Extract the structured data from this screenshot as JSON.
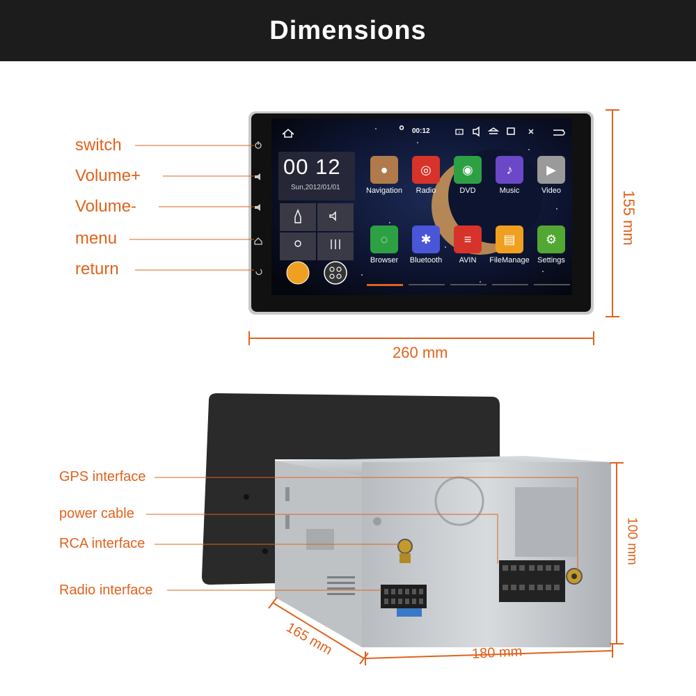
{
  "header": {
    "title": "Dimensions"
  },
  "front_labels": [
    {
      "id": "switch",
      "text": "switch"
    },
    {
      "id": "volume-plus",
      "text": "Volume+"
    },
    {
      "id": "volume-minus",
      "text": "Volume-"
    },
    {
      "id": "menu",
      "text": "menu"
    },
    {
      "id": "return",
      "text": "return"
    }
  ],
  "back_labels": [
    {
      "id": "gps",
      "text": "GPS interface"
    },
    {
      "id": "power",
      "text": "power cable"
    },
    {
      "id": "rca",
      "text": "RCA interface"
    },
    {
      "id": "radio",
      "text": "Radio interface"
    }
  ],
  "dimensions": {
    "width": "260 mm",
    "height": "155 mm",
    "back_height": "100 mm",
    "depth": "165 mm",
    "back_width": "180 mm"
  },
  "screen": {
    "clock": "00 12",
    "date": "Sun,2012/01/01",
    "status_time": "00:12",
    "apps": [
      {
        "name": "Navigation",
        "icon": "map-pin-icon",
        "color": "#b07a4a"
      },
      {
        "name": "Radio",
        "icon": "radio-icon",
        "color": "#d8332a"
      },
      {
        "name": "DVD",
        "icon": "disc-icon",
        "color": "#2ea044"
      },
      {
        "name": "Music",
        "icon": "music-note-icon",
        "color": "#6a48c8"
      },
      {
        "name": "Video",
        "icon": "play-icon",
        "color": "#9a9a9a"
      },
      {
        "name": "Browser",
        "icon": "globe-icon",
        "color": "#2ea044"
      },
      {
        "name": "Bluetooth",
        "icon": "bluetooth-icon",
        "color": "#4a56d8"
      },
      {
        "name": "AVIN",
        "icon": "av-input-icon",
        "color": "#d8332a"
      },
      {
        "name": "FileManage",
        "icon": "folder-icon",
        "color": "#f0a020"
      },
      {
        "name": "Settings",
        "icon": "gear-icon",
        "color": "#52a832"
      }
    ]
  },
  "colors": {
    "accent": "#e0621c",
    "header_bg": "#1c1c1c",
    "screen_bg": "#0e1224"
  }
}
